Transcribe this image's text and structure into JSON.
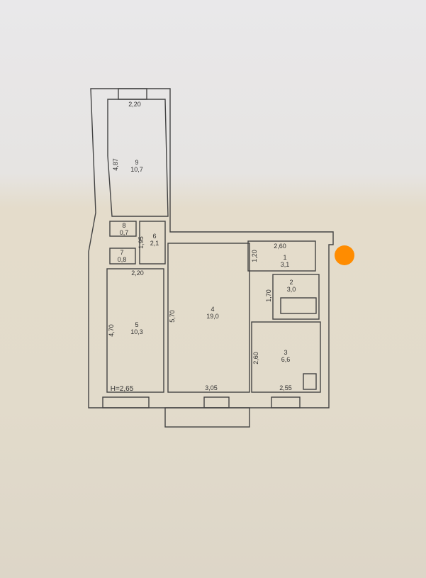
{
  "ceiling_height": "H=2,65",
  "rooms": [
    {
      "num": "1",
      "area": "3,1"
    },
    {
      "num": "2",
      "area": "3,0"
    },
    {
      "num": "3",
      "area": "6,6"
    },
    {
      "num": "4",
      "area": "19,0"
    },
    {
      "num": "5",
      "area": "10,3"
    },
    {
      "num": "6",
      "area": "2,1"
    },
    {
      "num": "7",
      "area": "0,8"
    },
    {
      "num": "8",
      "area": "0,7"
    },
    {
      "num": "9",
      "area": "10,7"
    }
  ],
  "dimensions": {
    "r9_w": "2,20",
    "r9_h": "4,87",
    "r6_h": "1,95",
    "r5_w": "2,20",
    "r5_h": "4,70",
    "r4_h": "5,70",
    "r4_w": "3,05",
    "r1_w": "2,60",
    "r1_h": "1,20",
    "r2_h": "1,70",
    "r3_h": "2,60",
    "r3_w": "2,55"
  },
  "marker_color": "#ff8c00"
}
